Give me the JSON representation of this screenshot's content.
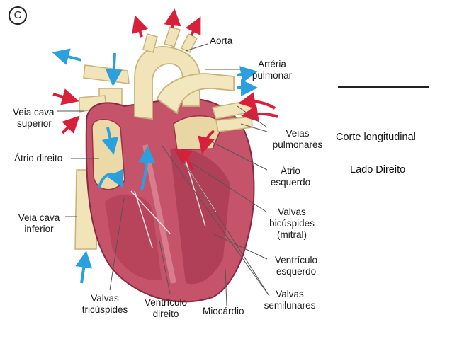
{
  "copyright_symbol": "C",
  "labels": {
    "aorta": "Aorta",
    "arteria_pulmonar_1": "Artéria",
    "arteria_pulmonar_2": "pulmonar",
    "veia_cava_superior_1": "Veia cava",
    "veia_cava_superior_2": "superior",
    "atrio_direito": "Átrio direito",
    "veias_pulmonares_1": "Veias",
    "veias_pulmonares_2": "pulmonares",
    "atrio_esquerdo_1": "Átrio",
    "atrio_esquerdo_2": "esquerdo",
    "veia_cava_inferior_1": "Veia cava",
    "veia_cava_inferior_2": "inferior",
    "valvas_bicuspides_1": "Valvas",
    "valvas_bicuspides_2": "bicúspides",
    "valvas_bicuspides_3": "(mitral)",
    "ventriculo_esquerdo_1": "Ventrículo",
    "ventriculo_esquerdo_2": "esquerdo",
    "valvas_tricuspides_1": "Valvas",
    "valvas_tricuspides_2": "tricúspides",
    "ventriculo_direito_1": "Ventrículo",
    "ventriculo_direito_2": "direito",
    "miocardio": "Miocárdio",
    "valvas_semilunares_1": "Valvas",
    "valvas_semilunares_2": "semilunares"
  },
  "side_text": {
    "corte": "Corte longitudinal",
    "lado": "Lado Direito"
  },
  "colors": {
    "muscle": "#c5536a",
    "muscle_dark": "#9e3248",
    "vessel": "#f1e4b8",
    "vessel_shade": "#d9c58e",
    "blue_arrow": "#2ba0de",
    "red_arrow": "#d8203a"
  }
}
